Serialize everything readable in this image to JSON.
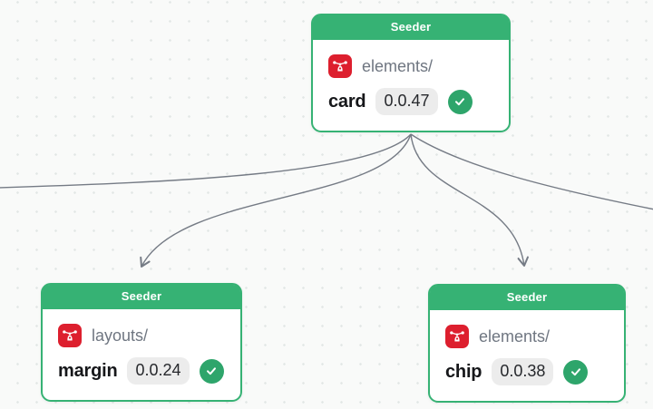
{
  "graph": {
    "node_header_label": "Seeder",
    "nodes": [
      {
        "id": "card",
        "header": "Seeder",
        "path": "elements/",
        "name": "card",
        "version": "0.0.47",
        "status": "ok"
      },
      {
        "id": "margin",
        "header": "Seeder",
        "path": "layouts/",
        "name": "margin",
        "version": "0.0.24",
        "status": "ok"
      },
      {
        "id": "chip",
        "header": "Seeder",
        "path": "elements/",
        "name": "chip",
        "version": "0.0.38",
        "status": "ok"
      }
    ],
    "edges": [
      {
        "from": "card",
        "to": "off-canvas-left"
      },
      {
        "from": "card",
        "to": "margin"
      },
      {
        "from": "card",
        "to": "chip"
      },
      {
        "from": "card",
        "to": "off-canvas-right"
      }
    ]
  },
  "icons": {
    "node_badge": "pen-tool-icon",
    "status": "check-icon"
  },
  "colors": {
    "header_green": "#36b274",
    "check_green": "#2ea56b",
    "icon_red": "#dd1f2e",
    "pill_bg": "#ececec",
    "edge_gray": "#757b85",
    "canvas_bg": "#f9faf9"
  }
}
